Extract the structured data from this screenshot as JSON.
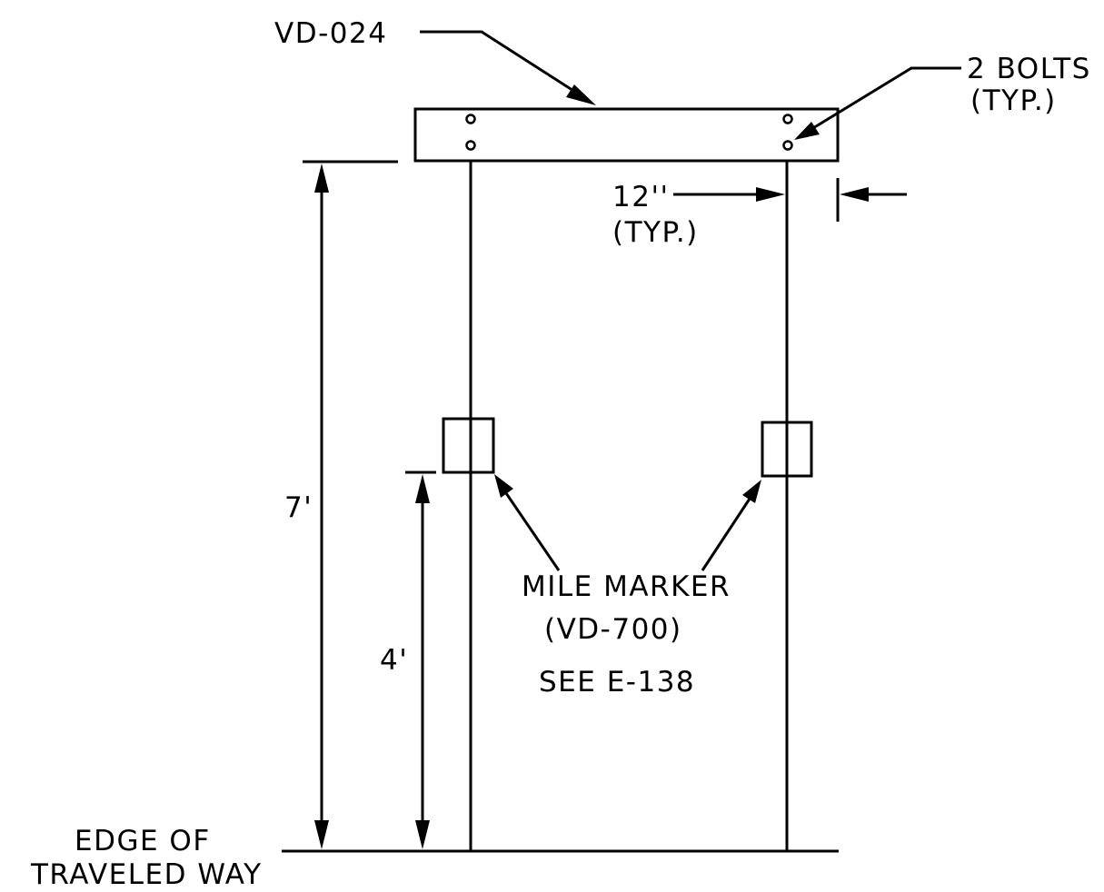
{
  "labels": {
    "sign_ref": "VD-024",
    "bolts_line1": "2 BOLTS",
    "bolts_line2": "(TYP.)",
    "offset_line1": "12''",
    "offset_line2": "(TYP.)",
    "height_total": "7'",
    "height_marker": "4'",
    "marker_line1": "MILE MARKER",
    "marker_line2": "(VD-700)",
    "see_ref": "SEE E-138",
    "edge_line1": "EDGE OF",
    "edge_line2": "TRAVELED WAY"
  },
  "colors": {
    "ink": "#000000",
    "paper": "#ffffff"
  }
}
